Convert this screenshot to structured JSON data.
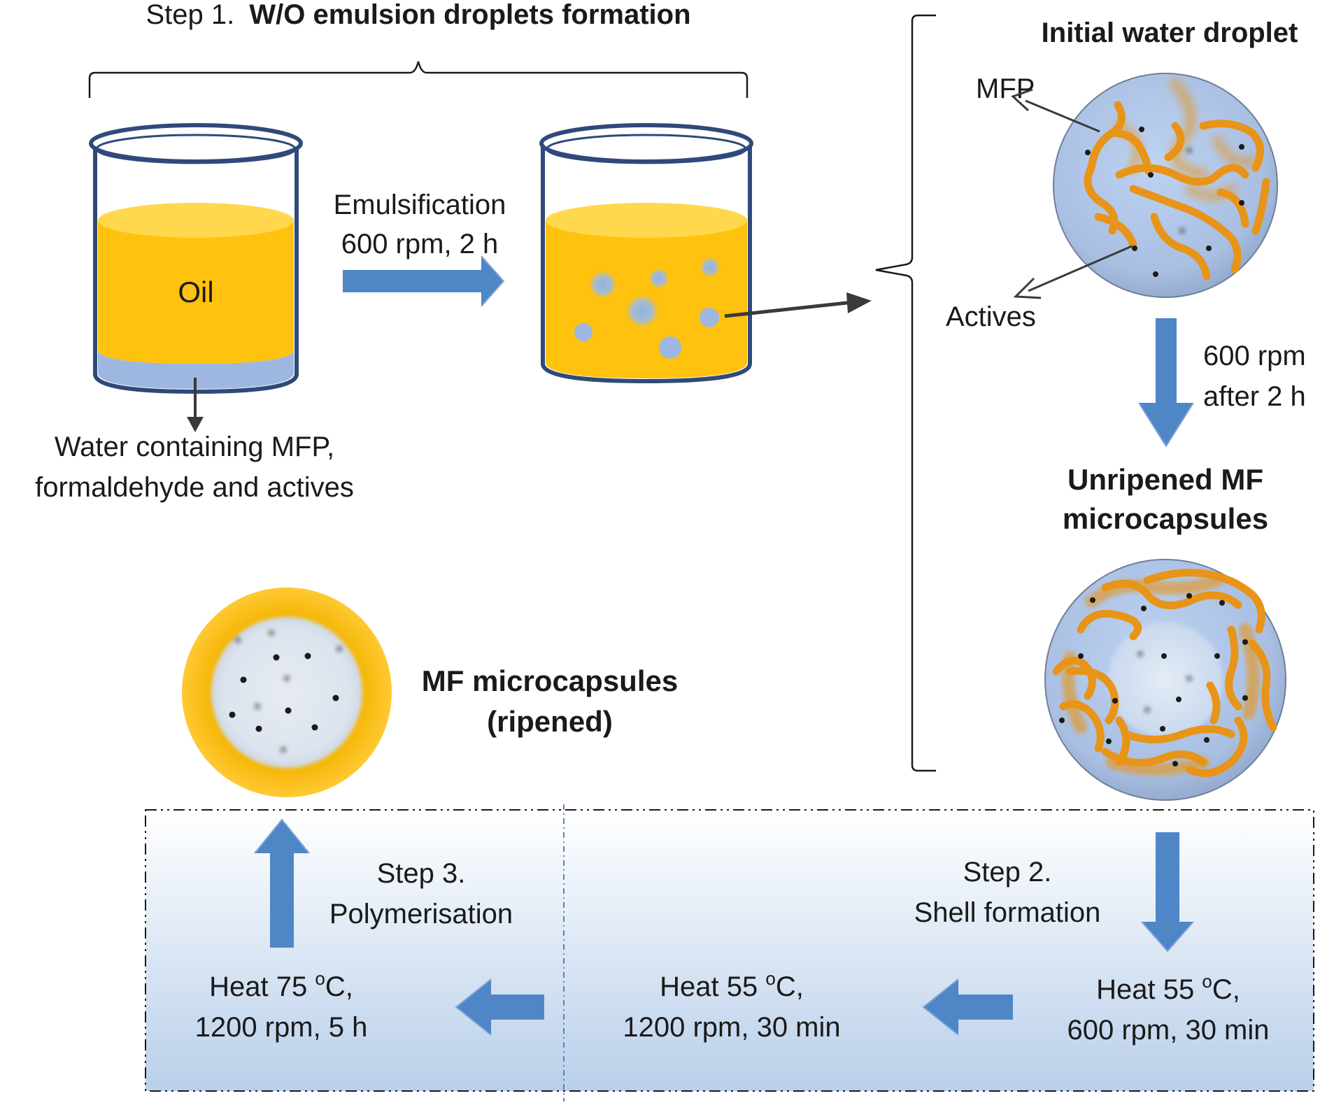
{
  "step1": {
    "prefix": "Step 1.",
    "title": "W/O emulsion droplets formation"
  },
  "beaker1": {
    "oil_label": "Oil",
    "water_label_line1": "Water containing MFP,",
    "water_label_line2": "formaldehyde and actives"
  },
  "emulsification": {
    "line1": "Emulsification",
    "line2": "600 rpm, 2 h"
  },
  "initial_droplet": {
    "title": "Initial water droplet",
    "mfp_label": "MFP",
    "actives_label": "Actives"
  },
  "ripening_condition": {
    "line1": "600 rpm",
    "line2": "after 2 h"
  },
  "unripened": {
    "line1": "Unripened MF",
    "line2": "microcapsules"
  },
  "ripened": {
    "line1": "MF microcapsules",
    "line2": "(ripened)"
  },
  "step2": {
    "line1": "Step 2.",
    "line2": "Shell formation"
  },
  "step3": {
    "line1": "Step 3.",
    "line2": "Polymerisation"
  },
  "conditions": {
    "heat_a_line1": "Heat 55 ",
    "heat_a_sup": "o",
    "heat_a_unit": "C,",
    "heat_a_line2": "600 rpm, 30 min",
    "heat_b_line1": "Heat 55 ",
    "heat_b_sup": "o",
    "heat_b_unit": "C,",
    "heat_b_line2": "1200 rpm, 30 min",
    "heat_c_line1": "Heat 75 ",
    "heat_c_sup": "o",
    "heat_c_unit": "C,",
    "heat_c_line2": "1200 rpm, 5 h"
  },
  "colors": {
    "oil": "#FFC20E",
    "oil_top": "#FFD84D",
    "water": "#9DB7E0",
    "arrow": "#4F86C6",
    "beaker_outline": "#2F4A7A",
    "fiber": "#E89418",
    "box_gradient_top": "#FFFFFF",
    "box_gradient_bottom": "#B9CFEA"
  }
}
